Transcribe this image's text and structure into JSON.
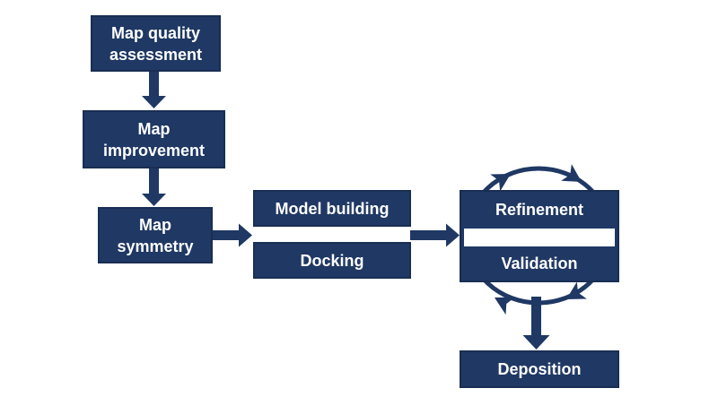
{
  "diagram": {
    "background_color": "#ffffff",
    "node_fill_color": "#1f3864",
    "node_border_color": "#192e53",
    "node_text_color": "#ffffff",
    "arrow_color": "#1f3864",
    "nodes": {
      "map_quality_assessment": "Map quality assessment",
      "map_improvement": "Map improvement",
      "map_symmetry": "Map symmetry",
      "model_building": "Model building",
      "docking": "Docking",
      "refinement": "Refinement",
      "validation": "Validation",
      "deposition": "Deposition"
    },
    "connections": [
      {
        "from": "map_quality_assessment",
        "to": "map_improvement",
        "style": "block-arrow-down"
      },
      {
        "from": "map_improvement",
        "to": "map_symmetry",
        "style": "block-arrow-down"
      },
      {
        "from": "map_symmetry",
        "to": "model_building_and_docking",
        "style": "block-arrow-right"
      },
      {
        "from": "model_building_and_docking",
        "to": "refinement_and_validation",
        "style": "block-arrow-right"
      },
      {
        "from": "refinement",
        "to": "validation",
        "style": "circular-cycle-clockwise",
        "arrowhead_count": 4
      },
      {
        "from": "refinement_and_validation",
        "to": "deposition",
        "style": "block-arrow-down"
      }
    ]
  }
}
